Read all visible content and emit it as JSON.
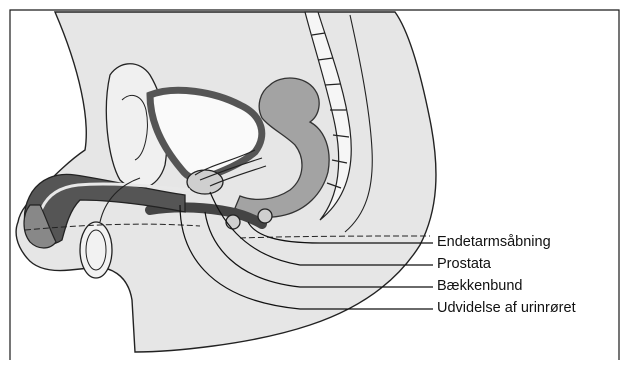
{
  "labels": {
    "anal_opening": "Endetarmsåbning",
    "prostate": "Prostata",
    "pelvic_floor": "Bækkenbund",
    "urethra_dilation": "Udvidelse af urinrøret"
  }
}
